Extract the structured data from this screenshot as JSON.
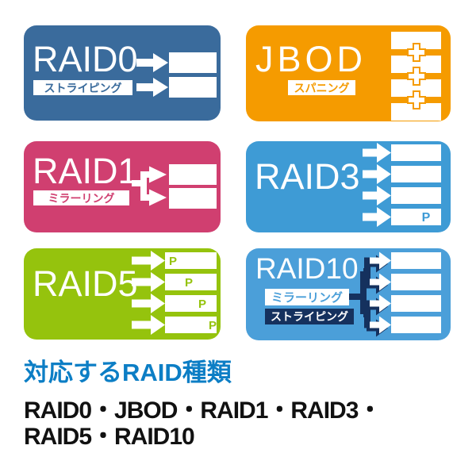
{
  "colors": {
    "page_bg": "#FFFFFF",
    "white": "#FFFFFF",
    "raid0_bg": "#3A6B9C",
    "jbod_bg": "#F59B00",
    "raid1_bg": "#D03F70",
    "raid3_bg": "#3E9BD5",
    "raid5_bg": "#95C30D",
    "raid10_bg": "#4B9FD9",
    "raid10_navy": "#15315E",
    "heading_blue": "#0C7EC5",
    "body_text": "#111111"
  },
  "cards": {
    "raid0": {
      "title": "RAID0",
      "label": "ストライピング"
    },
    "jbod": {
      "title": "JBOD",
      "label": "スパニング"
    },
    "raid1": {
      "title": "RAID1",
      "label": "ミラーリング"
    },
    "raid3": {
      "title": "RAID3",
      "parity_label": "P"
    },
    "raid5": {
      "title": "RAID5",
      "parity_labels": [
        "P",
        "P",
        "P",
        "P"
      ]
    },
    "raid10": {
      "title": "RAID10",
      "label_mirroring": "ミラーリング",
      "label_striping": "ストライピング"
    }
  },
  "footer": {
    "heading": "対応するRAID種類",
    "line1": "RAID0・JBOD・RAID1・RAID3・",
    "line2": "RAID5・RAID10"
  }
}
